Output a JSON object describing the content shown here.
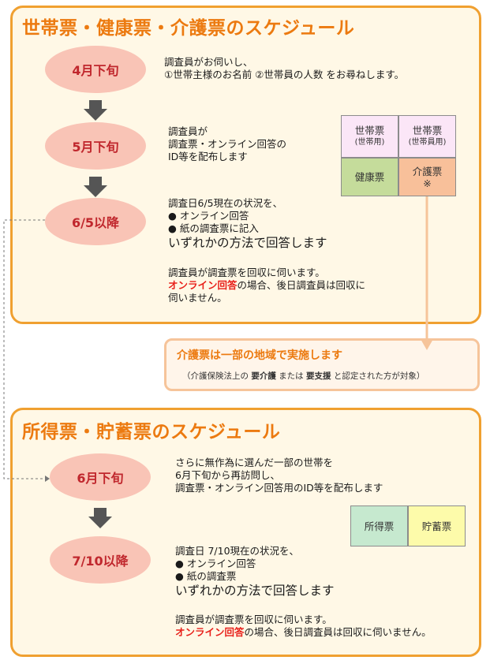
{
  "section1": {
    "title": "世帯票・健康票・介護票のスケジュール",
    "steps": [
      {
        "label": "4月下旬",
        "lines": [
          "調査員がお伺いし、",
          "①世帯主様のお名前 ②世帯員の人数 をお尋ねします。"
        ]
      },
      {
        "label": "5月下旬",
        "lines": [
          "調査員が",
          "調査票・オンライン回答の",
          "ID等を配布します"
        ]
      },
      {
        "label": "6/5以降",
        "lines": [
          "調査日6/5現在の状況を、",
          "● オンライン回答",
          "● 紙の調査票に記入"
        ],
        "big_line": "いずれかの方法で回答します"
      }
    ],
    "collect": {
      "line1": "調査員が調査票を回収に伺います。",
      "red": "オンライン回答",
      "line2_rest": "の場合、後日調査員は回収に",
      "line3": "伺いません。"
    },
    "grid": [
      {
        "label": "世帯票",
        "sub": "(世帯用)",
        "color": "#fbe6f7"
      },
      {
        "label": "世帯票",
        "sub": "(世帯員用)",
        "color": "#fbe6f7"
      },
      {
        "label": "健康票",
        "sub": "",
        "color": "#c5dc9b"
      },
      {
        "label": "介護票",
        "sub": "※",
        "color": "#f8c09a"
      }
    ]
  },
  "callout": {
    "title": "介護票は一部の地域で実施します",
    "note_prefix": "（介護保険法上の",
    "note_b1": "要介護",
    "note_mid": "または",
    "note_b2": "要支援",
    "note_suffix": "と認定された方が対象）"
  },
  "section2": {
    "title": "所得票・貯蓄票のスケジュール",
    "steps": [
      {
        "label": "6月下旬",
        "lines": [
          "さらに無作為に選んだ一部の世帯を",
          "6月下旬から再訪問し、",
          "調査票・オンライン回答用のID等を配布します"
        ]
      },
      {
        "label": "7/10以降",
        "lines": [
          "調査日 7/10現在の状況を、",
          "● オンライン回答",
          "● 紙の調査票"
        ],
        "big_line": "いずれかの方法で回答します"
      }
    ],
    "collect": {
      "line1": "調査員が調査票を回収に伺います。",
      "red": "オンライン回答",
      "line2_rest": "の場合、後日調査員は回収に伺いません。"
    },
    "grid": [
      {
        "label": "所得票",
        "color": "#c6e9cf"
      },
      {
        "label": "貯蓄票",
        "color": "#fdfbaa"
      }
    ]
  },
  "colors": {
    "accent": "#ec7a10",
    "border": "#f0a030",
    "oval": "#f9c4b6",
    "oval_text": "#c0272d",
    "red": "#e8201a"
  }
}
